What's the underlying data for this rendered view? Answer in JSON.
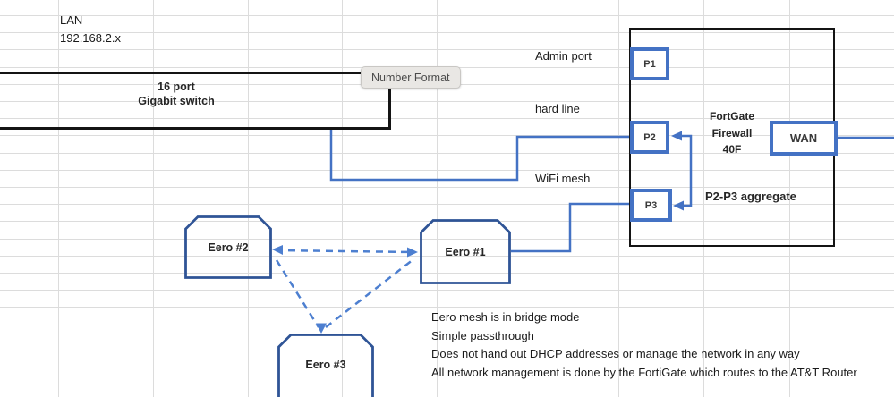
{
  "sheet": {
    "lan_label": "LAN",
    "lan_subnet": "192.168.2.x"
  },
  "tooltip": {
    "text": "Number Format"
  },
  "switch": {
    "label": "16 port\nGigabit switch"
  },
  "firewall": {
    "label": "FortGate\nFirewall\n40F",
    "ports": {
      "p1": "P1",
      "p2": "P2",
      "p3": "P3",
      "wan": "WAN"
    },
    "aggregate_label": "P2-P3 aggregate"
  },
  "connections": {
    "admin_port": "Admin port",
    "hard_line": "hard line",
    "wifi_mesh": "WiFi mesh"
  },
  "eero": {
    "node1": "Eero #1",
    "node2": "Eero #2",
    "node3": "Eero #3",
    "notes": [
      "Eero mesh is in bridge mode",
      "Simple passthrough",
      "Does not hand out DHCP addresses or manage the network in any way",
      "All network management is done by the FortiGate which routes to the AT&T Router"
    ]
  },
  "colors": {
    "connector_blue": "#4472C4",
    "port_border_blue": "#4472C4",
    "eero_border_blue": "#2F5496",
    "dashed_blue": "#4D7FD0",
    "outline_black": "#141414",
    "grid_gray": "#DCDCDC"
  }
}
